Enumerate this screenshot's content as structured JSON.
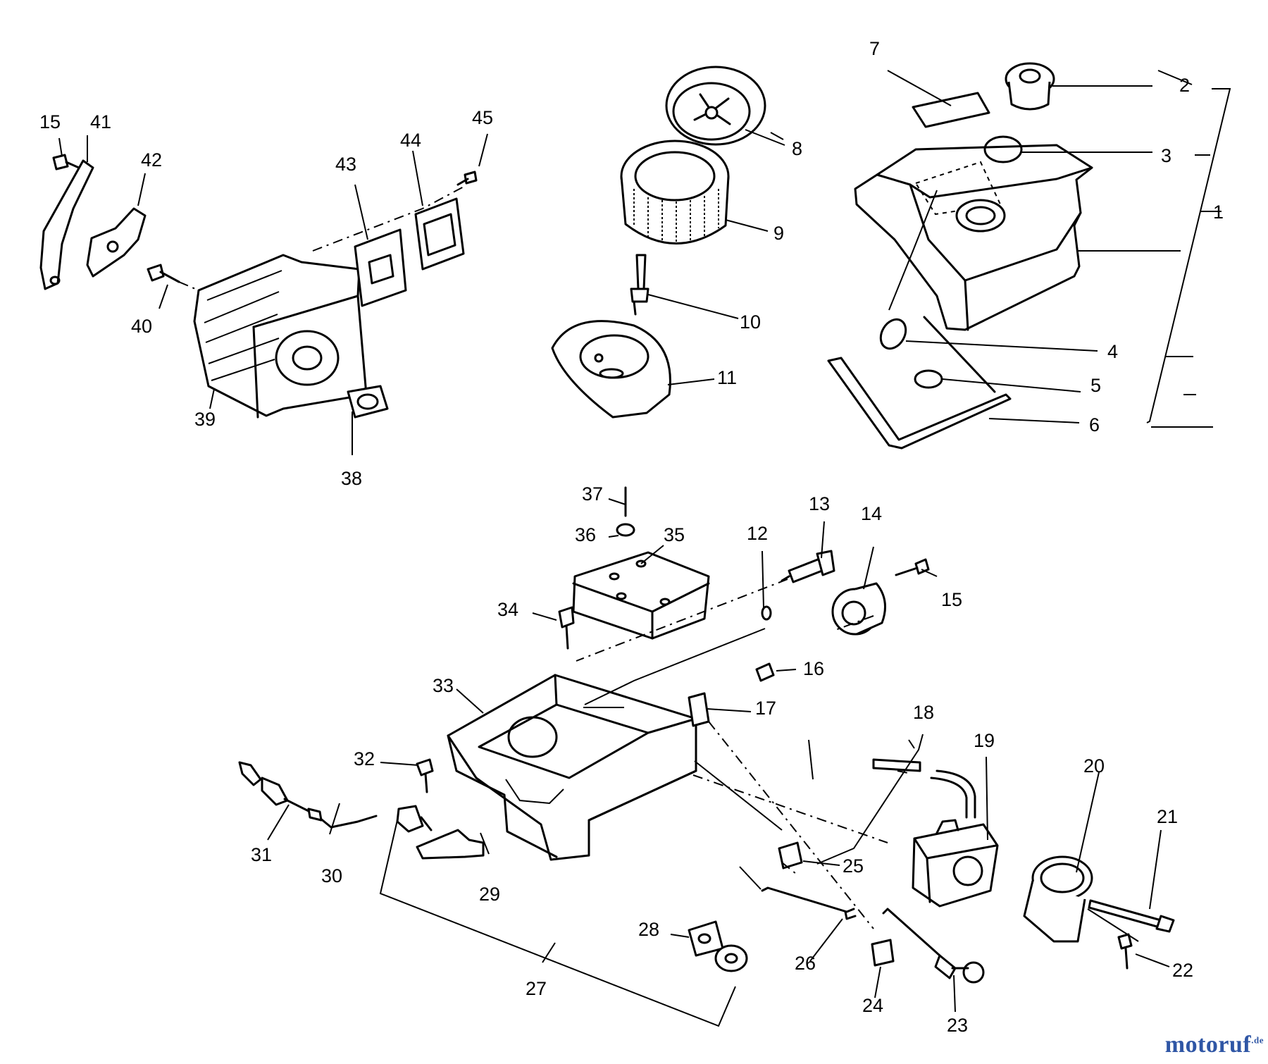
{
  "callouts": [
    "1",
    "2",
    "3",
    "4",
    "5",
    "6",
    "7",
    "8",
    "9",
    "10",
    "11",
    "12",
    "13",
    "14",
    "15",
    "16",
    "17",
    "18",
    "19",
    "20",
    "21",
    "22",
    "23",
    "24",
    "25",
    "26",
    "27",
    "28",
    "29",
    "30",
    "31",
    "32",
    "33",
    "34",
    "35",
    "36",
    "37",
    "38",
    "39",
    "40",
    "41",
    "42",
    "43",
    "44",
    "45"
  ],
  "callout_15_second": "15",
  "watermark": {
    "name": "motoruf",
    "suffix": ".de",
    "colors": {
      "primary": "#2f56a5",
      "accent": "#e0562a"
    }
  }
}
